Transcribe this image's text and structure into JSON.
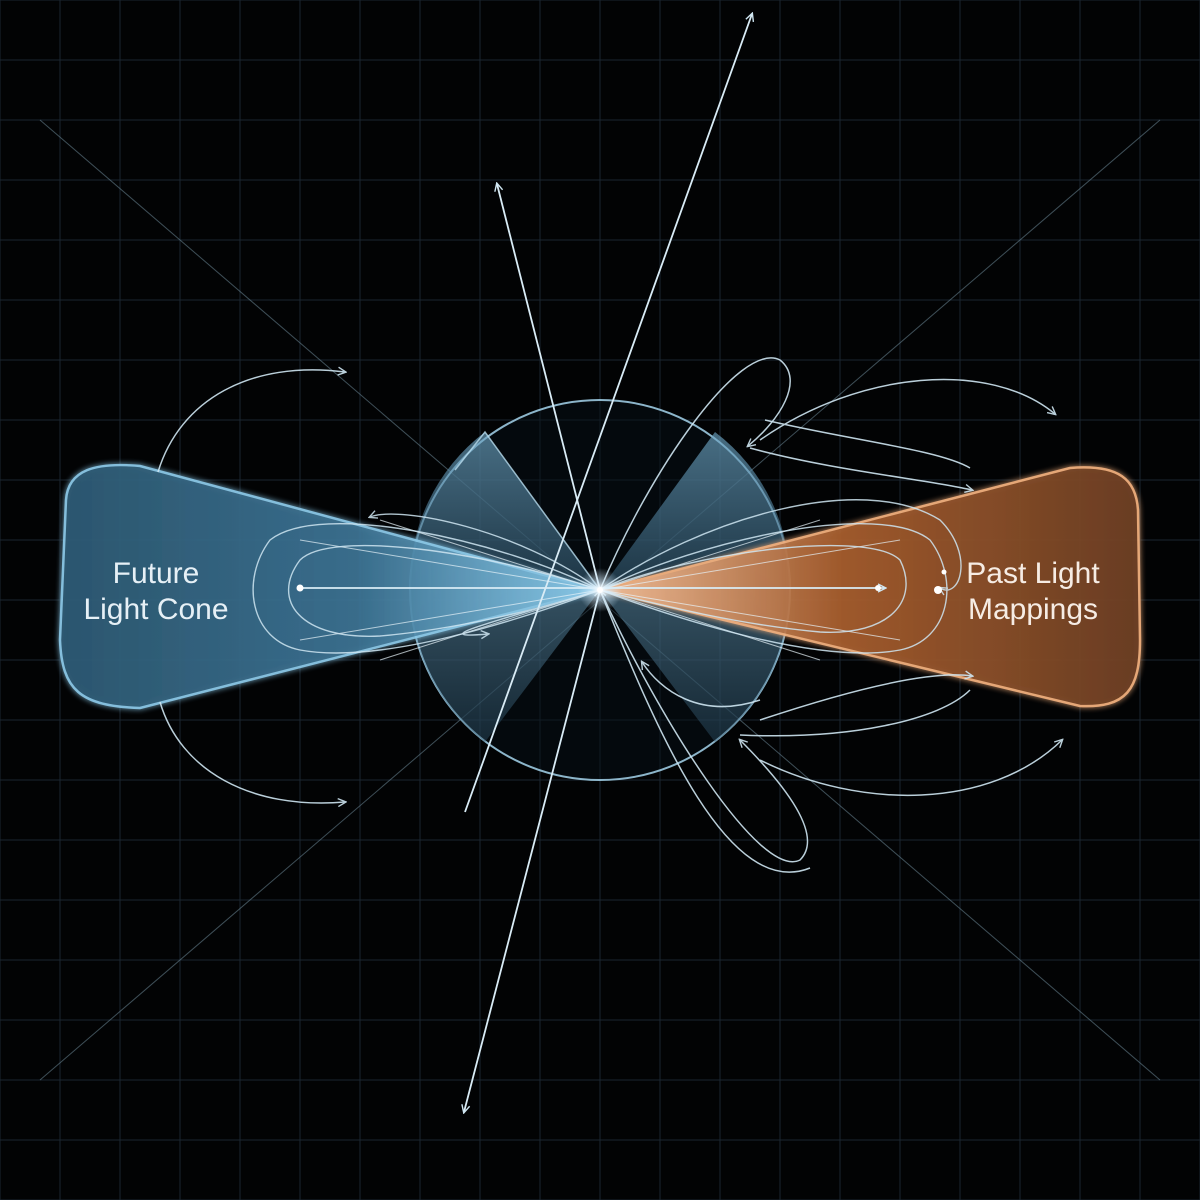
{
  "labels": {
    "future": [
      "Future",
      "Light Cone"
    ],
    "past": [
      "Past Light",
      "Mappings"
    ]
  },
  "colors": {
    "background": "#020304",
    "grid": "#1b2630",
    "line": "#cfe6f2",
    "future_cone": "#4f8fb3",
    "past_cone": "#c4733d",
    "disk_edge": "#9cc9e0"
  }
}
